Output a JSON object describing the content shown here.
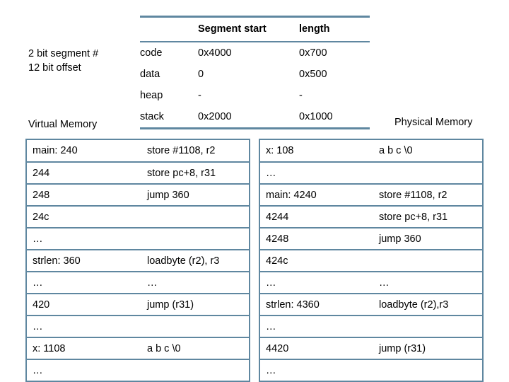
{
  "side_notes": {
    "bits_line1": "2 bit segment #",
    "bits_line2": "12 bit offset",
    "virtual_memory": "Virtual Memory",
    "physical_memory": "Physical Memory"
  },
  "segment_table": {
    "headers": [
      "",
      "Segment start",
      "length"
    ],
    "rows": [
      {
        "name": "code",
        "start": "0x4000",
        "length": "0x700"
      },
      {
        "name": "data",
        "start": "0",
        "length": "0x500"
      },
      {
        "name": "heap",
        "start": "-",
        "length": "-"
      },
      {
        "name": "stack",
        "start": "0x2000",
        "length": "0x1000"
      }
    ]
  },
  "virtual_memory_table": {
    "rows": [
      {
        "addr": "main: 240",
        "value": "store #1108, r2"
      },
      {
        "addr": "244",
        "value": "store pc+8, r31"
      },
      {
        "addr": "248",
        "value": "jump 360"
      },
      {
        "addr": "24c",
        "value": ""
      },
      {
        "addr": "…",
        "value": ""
      },
      {
        "addr": "strlen: 360",
        "value": "loadbyte (r2), r3"
      },
      {
        "addr": "…",
        "value": "…"
      },
      {
        "addr": "420",
        "value": "jump (r31)"
      },
      {
        "addr": "…",
        "value": ""
      },
      {
        "addr": "x: 1108",
        "value": "a b c \\0"
      },
      {
        "addr": "…",
        "value": ""
      }
    ]
  },
  "physical_memory_table": {
    "rows": [
      {
        "addr": "x: 108",
        "value": "a b c \\0"
      },
      {
        "addr": "…",
        "value": ""
      },
      {
        "addr": "main: 4240",
        "value": "store #1108, r2"
      },
      {
        "addr": "4244",
        "value": "store pc+8, r31"
      },
      {
        "addr": "4248",
        "value": "jump 360"
      },
      {
        "addr": "424c",
        "value": ""
      },
      {
        "addr": "…",
        "value": "…"
      },
      {
        "addr": "strlen: 4360",
        "value": "loadbyte (r2),r3"
      },
      {
        "addr": "…",
        "value": ""
      },
      {
        "addr": "4420",
        "value": "jump (r31)"
      },
      {
        "addr": "…",
        "value": ""
      }
    ]
  },
  "colors": {
    "rule": "#5f87a0",
    "text": "#000000",
    "background": "#ffffff"
  }
}
